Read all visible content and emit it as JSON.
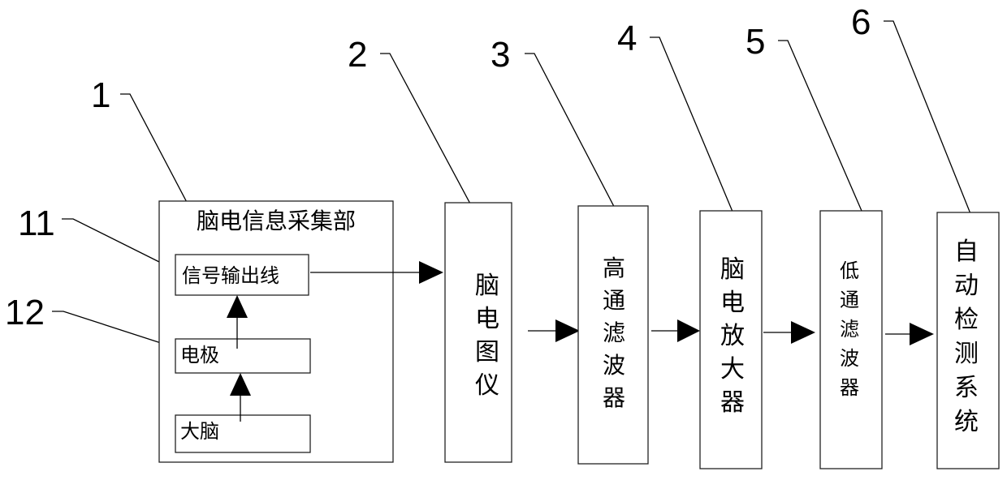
{
  "callout_numbers": {
    "n1": "1",
    "n2": "2",
    "n3": "3",
    "n4": "4",
    "n5": "5",
    "n6": "6",
    "n11": "11",
    "n12": "12"
  },
  "acquisition_unit": {
    "title": "脑电信息采集部",
    "signal_line": "信号输出线",
    "electrode": "电极",
    "brain": "大脑"
  },
  "blocks": {
    "eeg_device": [
      "脑",
      "电",
      "图",
      "仪"
    ],
    "high_pass_filter": [
      "高",
      "通",
      "滤",
      "波",
      "器"
    ],
    "eeg_amplifier": [
      "脑",
      "电",
      "放",
      "大",
      "器"
    ],
    "low_pass_filter": [
      "低",
      "通",
      "滤",
      "波",
      "器"
    ],
    "auto_detection": [
      "自",
      "动",
      "检",
      "测",
      "系",
      "统"
    ]
  }
}
